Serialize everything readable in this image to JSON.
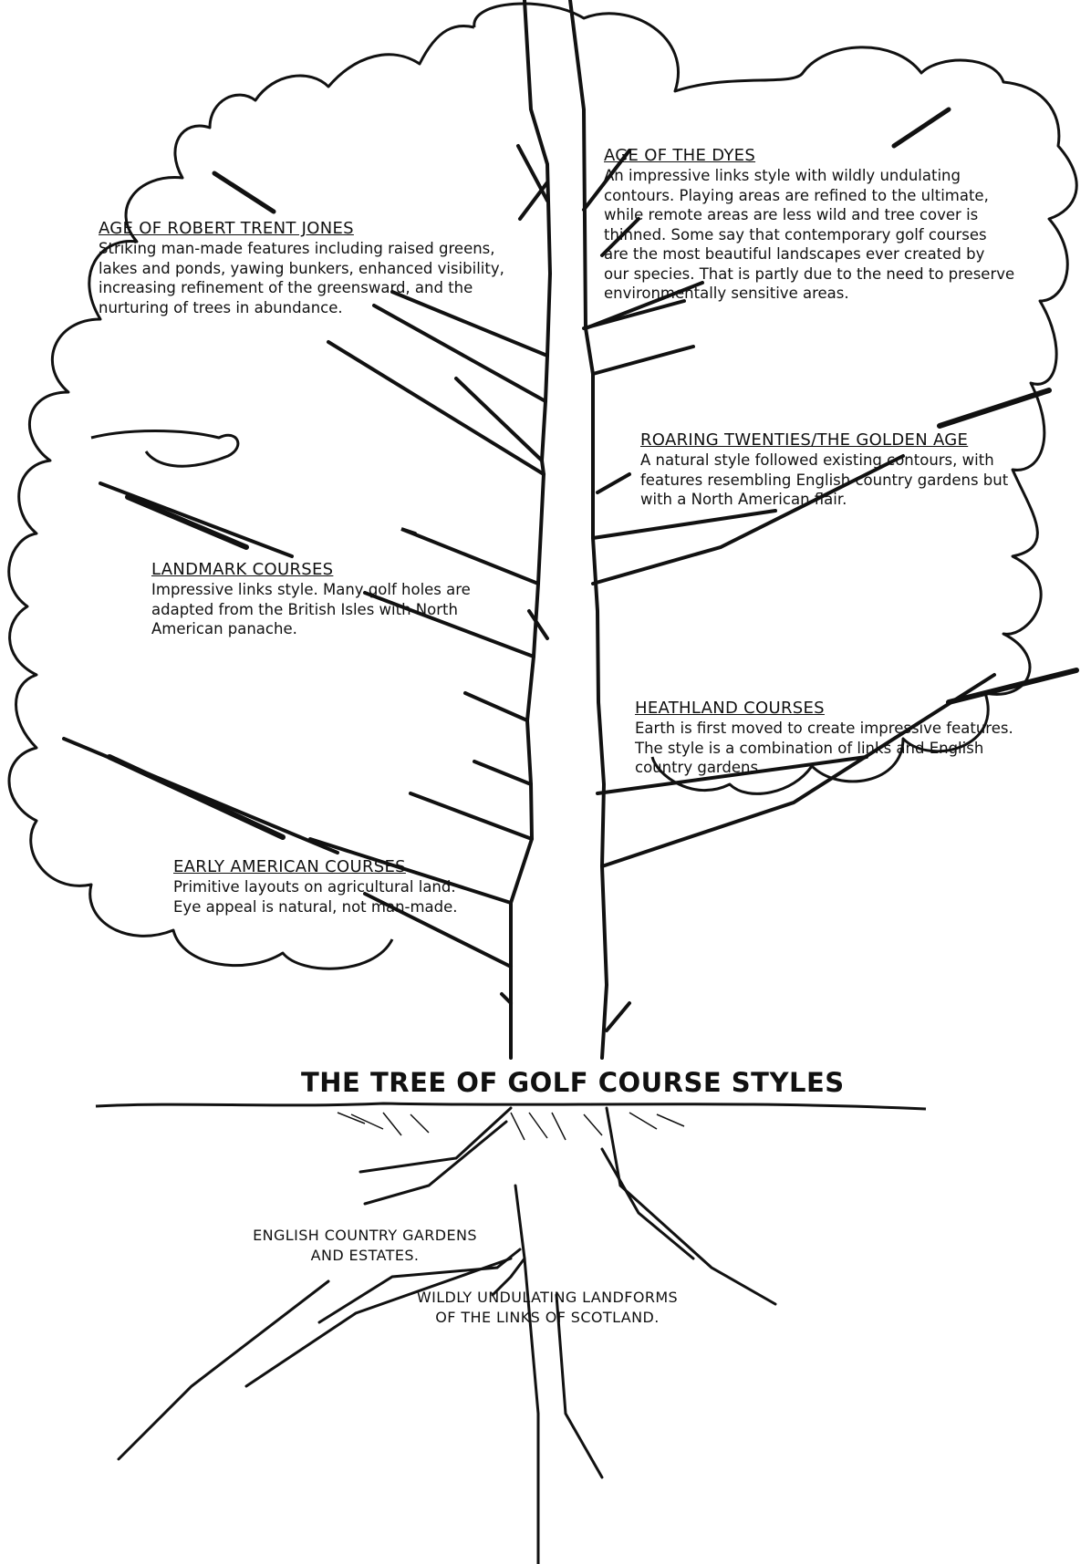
{
  "title": "THE TREE OF GOLF COURSE STYLES",
  "branches": [
    {
      "title": "AGE OF THE DYES",
      "text": "An impressive links style with wildly undulating\ncontours. Playing areas are refined to the ultimate,\nwhile remote areas are less wild and tree cover is\nthinned. Some say that contemporary golf courses\nare the most beautiful landscapes ever created by\nour species. That is partly due to the need to preserve\nenvironmentally sensitive areas."
    },
    {
      "title": "AGE OF ROBERT TRENT JONES",
      "text": "Striking man-made features including raised greens,\nlakes and ponds, yawing bunkers, enhanced visibility,\nincreasing refinement of the greensward, and the\nnurturing of trees in abundance."
    },
    {
      "title": "ROARING TWENTIES/THE GOLDEN AGE",
      "text": "A natural style followed existing contours, with\nfeatures resembling English country gardens but\nwith a North American flair."
    },
    {
      "title": "LANDMARK COURSES",
      "text": "Impressive links style. Many golf holes are\nadapted from the British Isles with North\nAmerican panache."
    },
    {
      "title": "HEATHLAND COURSES",
      "text": "Earth is first moved to create impressive features.\nThe style is a combination of links and English\ncountry gardens."
    },
    {
      "title": "EARLY AMERICAN COURSES",
      "text": "Primitive layouts on agricultural land.\nEye appeal is natural, not man-made."
    }
  ],
  "roots": [
    {
      "text": "ENGLISH COUNTRY GARDENS\nAND ESTATES."
    },
    {
      "text": "WILDLY UNDULATING LANDFORMS\nOF THE LINKS OF SCOTLAND."
    }
  ]
}
